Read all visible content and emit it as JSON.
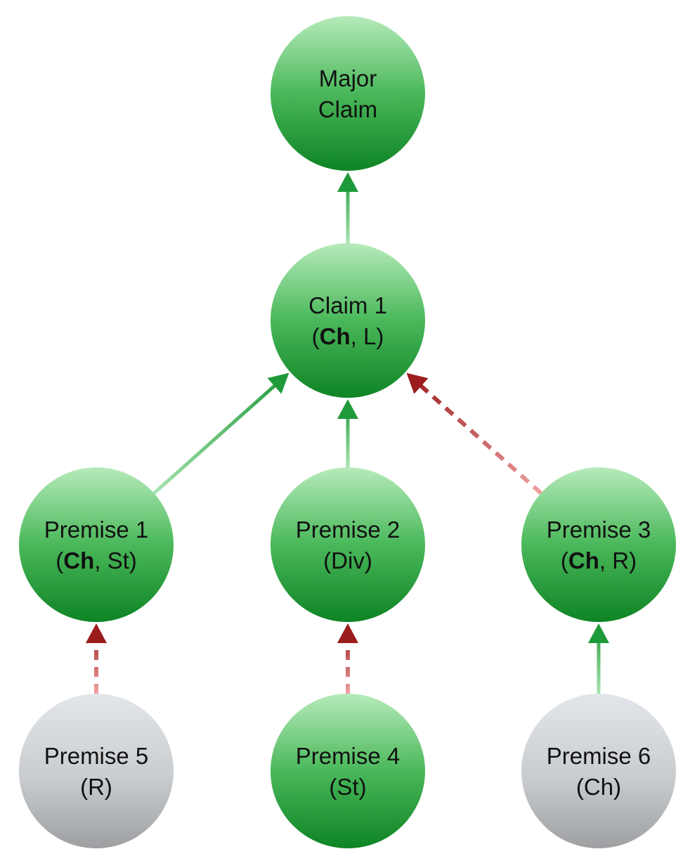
{
  "colors": {
    "green_light": "#b6ebbb",
    "green_mid": "#4ab85a",
    "green_dark": "#0e8424",
    "gray_light": "#e3e6ea",
    "gray_dark": "#9d9fa1",
    "support_edge": "#1f9a3a",
    "attack_edge": "#9a1c1c"
  },
  "nodes": [
    {
      "id": "major-claim",
      "kind": "green",
      "line1": "Major",
      "line2": [
        {
          "t": "Claim"
        }
      ]
    },
    {
      "id": "claim-1",
      "kind": "green",
      "line1": "Claim 1",
      "line2": [
        {
          "t": "("
        },
        {
          "t": "Ch",
          "b": true
        },
        {
          "t": ", L)"
        }
      ]
    },
    {
      "id": "premise-1",
      "kind": "green",
      "line1": "Premise 1",
      "line2": [
        {
          "t": "("
        },
        {
          "t": "Ch",
          "b": true
        },
        {
          "t": ", St)"
        }
      ]
    },
    {
      "id": "premise-2",
      "kind": "green",
      "line1": "Premise 2",
      "line2": [
        {
          "t": "(Div)"
        }
      ]
    },
    {
      "id": "premise-3",
      "kind": "green",
      "line1": "Premise 3",
      "line2": [
        {
          "t": "("
        },
        {
          "t": "Ch",
          "b": true
        },
        {
          "t": ", R)"
        }
      ]
    },
    {
      "id": "premise-5",
      "kind": "gray",
      "line1": "Premise 5",
      "line2": [
        {
          "t": "(R)"
        }
      ]
    },
    {
      "id": "premise-4",
      "kind": "green",
      "line1": "Premise 4",
      "line2": [
        {
          "t": "(St)"
        }
      ]
    },
    {
      "id": "premise-6",
      "kind": "gray",
      "line1": "Premise 6",
      "line2": [
        {
          "t": "(Ch)"
        }
      ]
    }
  ],
  "edges": [
    {
      "from": "claim-1",
      "to": "major-claim",
      "type": "support"
    },
    {
      "from": "premise-1",
      "to": "claim-1",
      "type": "support"
    },
    {
      "from": "premise-2",
      "to": "claim-1",
      "type": "support"
    },
    {
      "from": "premise-3",
      "to": "claim-1",
      "type": "attack"
    },
    {
      "from": "premise-5",
      "to": "premise-1",
      "type": "attack"
    },
    {
      "from": "premise-4",
      "to": "premise-2",
      "type": "attack"
    },
    {
      "from": "premise-6",
      "to": "premise-3",
      "type": "support"
    }
  ]
}
